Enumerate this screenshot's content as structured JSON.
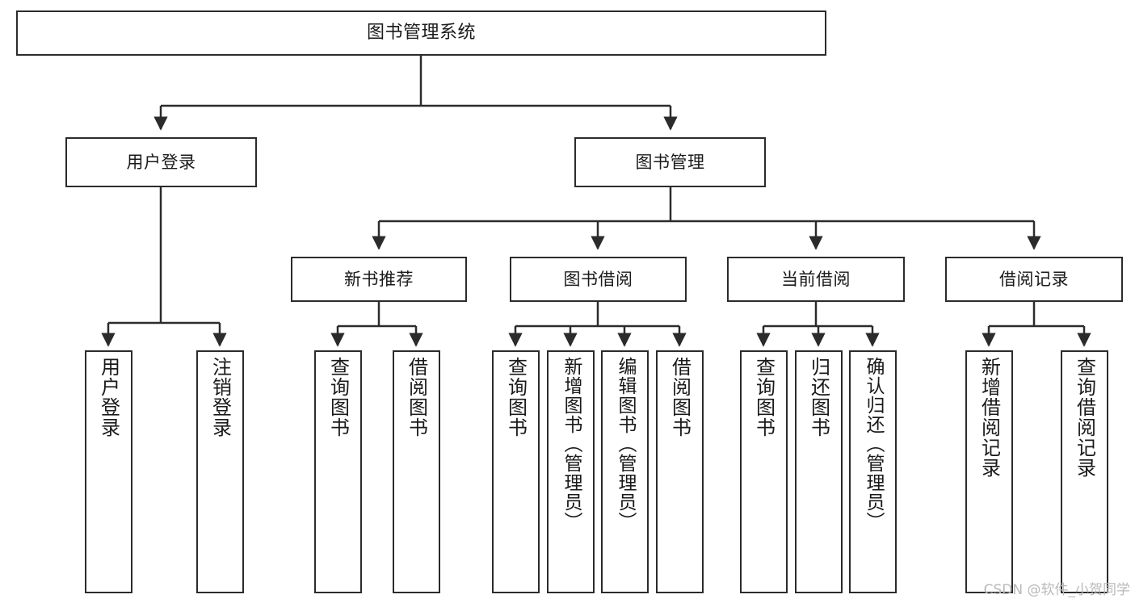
{
  "diagram": {
    "type": "tree-hierarchy-chart",
    "title_node": "图书管理系统",
    "watermark": "CSDN @软件_小贺同学",
    "colors": {
      "stroke": "#2b2b2b",
      "fill": "#ffffff",
      "text": "#1a1a1a",
      "watermark": "#b9b9b9"
    },
    "nodes": {
      "root": {
        "label": "图书管理系统"
      },
      "level2": [
        {
          "label": "用户登录"
        },
        {
          "label": "图书管理"
        }
      ],
      "level3": [
        {
          "label": "新书推荐"
        },
        {
          "label": "图书借阅"
        },
        {
          "label": "当前借阅"
        },
        {
          "label": "借阅记录"
        }
      ],
      "leaves": {
        "user_login": [
          {
            "label": "用户登录"
          },
          {
            "label": "注销登录"
          }
        ],
        "new_book_recommend": [
          {
            "label": "查询图书"
          },
          {
            "label": "借阅图书"
          }
        ],
        "book_borrow": [
          {
            "label": "查询图书"
          },
          {
            "label": "新增图书（管理员）"
          },
          {
            "label": "编辑图书（管理员）"
          },
          {
            "label": "借阅图书"
          }
        ],
        "current_borrow": [
          {
            "label": "查询图书"
          },
          {
            "label": "归还图书"
          },
          {
            "label": "确认归还（管理员）"
          }
        ],
        "borrow_record": [
          {
            "label": "新增借阅记录"
          },
          {
            "label": "查询借阅记录"
          }
        ]
      }
    }
  }
}
